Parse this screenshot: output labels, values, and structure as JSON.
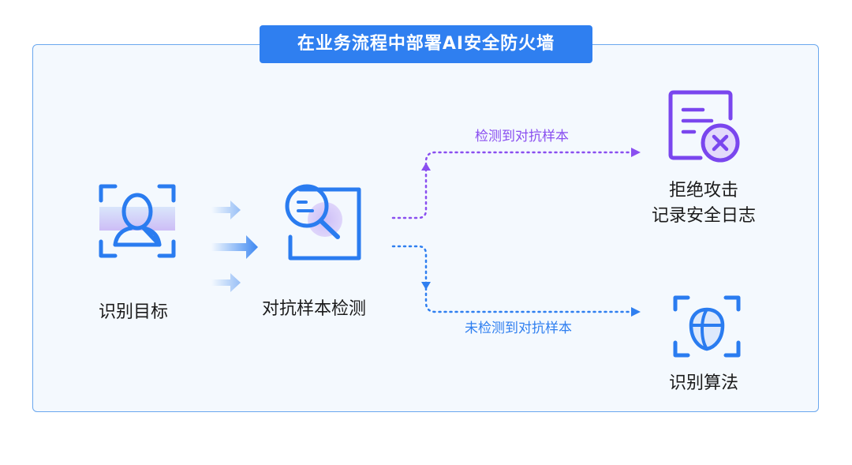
{
  "title": "在业务流程中部署AI安全防火墙",
  "nodes": {
    "identify_target": "识别目标",
    "detect_samples": "对抗样本检测",
    "reject_line1": "拒绝攻击",
    "reject_line2": "记录安全日志",
    "recognition_algorithm": "识别算法"
  },
  "branches": {
    "detected": "检测到对抗样本",
    "not_detected": "未检测到对抗样本"
  },
  "colors": {
    "title_bg": "#2f7ff0",
    "panel_border": "#6aa7ee",
    "detected_path": "#8a4ff0",
    "not_detected_path": "#2f7ff0",
    "icon_blue": "#2a7cf0",
    "icon_purple": "#7a46ee"
  }
}
